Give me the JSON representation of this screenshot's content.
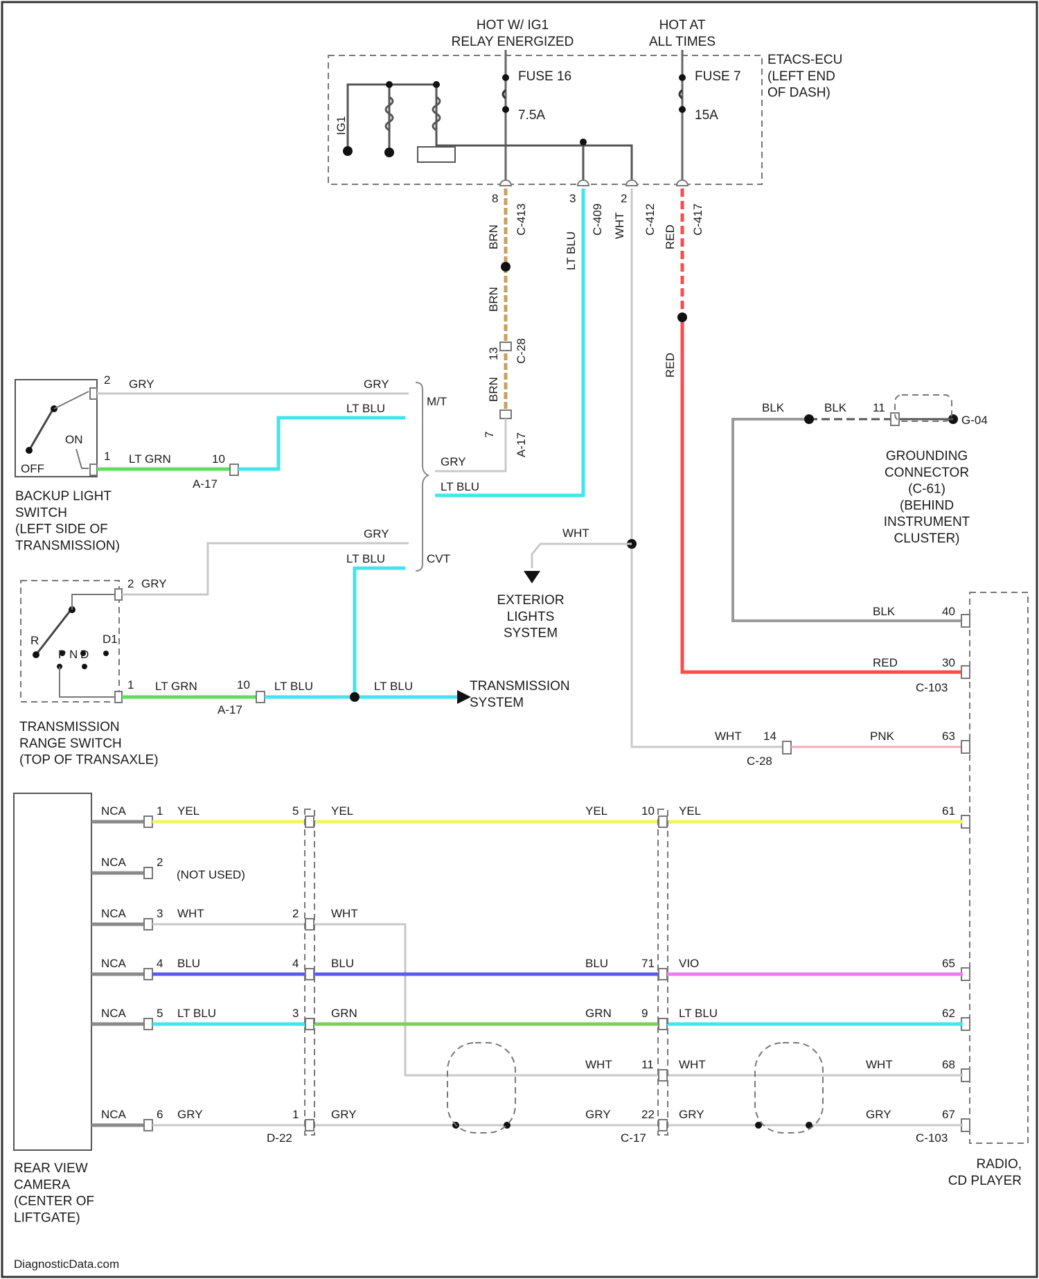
{
  "diagram": {
    "supply": {
      "hot_run_label": "HOT W/ IG1\nRELAY ENERGIZED",
      "hot_always_label": "HOT AT\nALL TIMES",
      "fuse_a_name": "FUSE 16",
      "fuse_a_rating": "7.5A",
      "fuse_b_name": "FUSE 7",
      "fuse_b_rating": "15A",
      "ecu_label": "ETACS-ECU\n(LEFT END\nOF DASH)",
      "relay_coil_label": "IG1"
    },
    "ecu_pins": [
      "8",
      "3",
      "2",
      "C-413",
      "C-409",
      "C-412",
      "C-417"
    ],
    "vertical_wires": {
      "brn_label": "BRN",
      "brn_label_2": "BRN",
      "brn_label_3": "BRN",
      "brn_connector": "C-28",
      "brn_pin": "13",
      "ltblu_label": "LT BLU",
      "wht_label": "WHT",
      "red_label": "RED",
      "red_label_2": "RED",
      "a17_pin": "7",
      "a17_connector": "A-17"
    },
    "backup_switch": {
      "title": "BACKUP LIGHT\nSWITCH\n(LEFT SIDE OF\nTRANSMISSION)",
      "off_label": "OFF",
      "on_label": "ON",
      "pin2": "2",
      "pin1": "1",
      "gry_label": "GRY",
      "ltgrn_label": "LT GRN",
      "a17_pin": "10",
      "a17_connector": "A-17",
      "gry_right_label": "GRY",
      "ltblu_right_label": "LT BLU",
      "mt_label": "M/T"
    },
    "range_switch": {
      "title": "TRANSMISSION\nRANGE SWITCH\n(TOP OF TRANSAXLE)",
      "pin2": "2",
      "pin1": "1",
      "gry_label": "GRY",
      "ltgrn_label": "LT GRN",
      "a17_pin": "10",
      "a17_connector": "A-17",
      "ltblu_label": "LT BLU",
      "ltblu_label_2": "LT BLU",
      "position_labels": [
        "R",
        "P",
        "D",
        "N",
        "D1"
      ],
      "gry_right_label": "GRY",
      "ltblu_right_label": "LT BLU",
      "cvt_label": "CVT",
      "transmission_system": "TRANSMISSION\nSYSTEM"
    },
    "merge": {
      "gry_label": "GRY",
      "ltblu_label": "LT BLU"
    },
    "exterior": {
      "wht_label": "WHT",
      "title": "EXTERIOR\nLIGHTS\nSYSTEM"
    },
    "ground": {
      "blk_label_1": "BLK",
      "blk_label_2": "BLK",
      "pin": "11",
      "connector": "G-04",
      "title": "GROUNDING\nCONNECTOR\n(C-61)\n(BEHIND\nINSTRUMENT\nCLUSTER)"
    },
    "radio_inputs": {
      "blk_label": "BLK",
      "blk_pin": "40",
      "red_label": "RED",
      "red_pin": "30",
      "connector_top": "C-103",
      "wht_label": "WHT",
      "wht_pin": "14",
      "c28_label": "C-28",
      "pnk_label": "PNK",
      "pnk_pin": "63"
    },
    "camera": {
      "title": "REAR VIEW\nCAMERA\n(CENTER OF\nLIFTGATE)",
      "nca_label": "NCA",
      "not_used": "(NOT USED)",
      "rows": [
        {
          "pin": "1",
          "c1": "YEL",
          "mid_pin": "5",
          "c2": "YEL",
          "c2r": "YEL",
          "j_pin": "10",
          "c3": "YEL",
          "r_pin": "61"
        },
        {
          "pin": "2",
          "c1": "",
          "mid_pin": "",
          "c2": "",
          "c2r": "",
          "j_pin": "",
          "c3": "",
          "r_pin": ""
        },
        {
          "pin": "3",
          "c1": "WHT",
          "mid_pin": "2",
          "c2": "WHT",
          "c2r": "",
          "j_pin": "",
          "c3": "",
          "r_pin": ""
        },
        {
          "pin": "4",
          "c1": "BLU",
          "mid_pin": "4",
          "c2": "BLU",
          "c2r": "BLU",
          "j_pin": "71",
          "c3": "VIO",
          "r_pin": "65"
        },
        {
          "pin": "5",
          "c1": "LT BLU",
          "mid_pin": "3",
          "c2": "GRN",
          "c2r": "GRN",
          "j_pin": "9",
          "c3": "LT BLU",
          "r_pin": "62"
        },
        {
          "pin": "",
          "c1": "",
          "mid_pin": "",
          "c2": "",
          "c2r": "WHT",
          "j_pin": "11",
          "c3": "WHT",
          "c3r": "WHT",
          "r_pin": "68"
        },
        {
          "pin": "6",
          "c1": "GRY",
          "mid_pin": "1",
          "c2": "GRY",
          "c2r": "GRY",
          "j_pin": "22",
          "c3": "GRY",
          "c3r": "GRY",
          "r_pin": "67"
        }
      ],
      "conn_d": "D-22",
      "conn_c": "C-17",
      "conn_r": "C-103"
    },
    "radio": {
      "title": "RADIO,\nCD PLAYER"
    },
    "footer": "DiagnosticData.com"
  },
  "colors": {
    "lt_blu": "#3fe6ee",
    "lt_grn": "#5fdc5f",
    "yel": "#f3f36a",
    "blu": "#5a5af0",
    "vio": "#f07af0",
    "red": "#ff4a4a",
    "pnk": "#f4a8b8",
    "brn": "#c8a060",
    "gry": "#c8c8c8"
  }
}
